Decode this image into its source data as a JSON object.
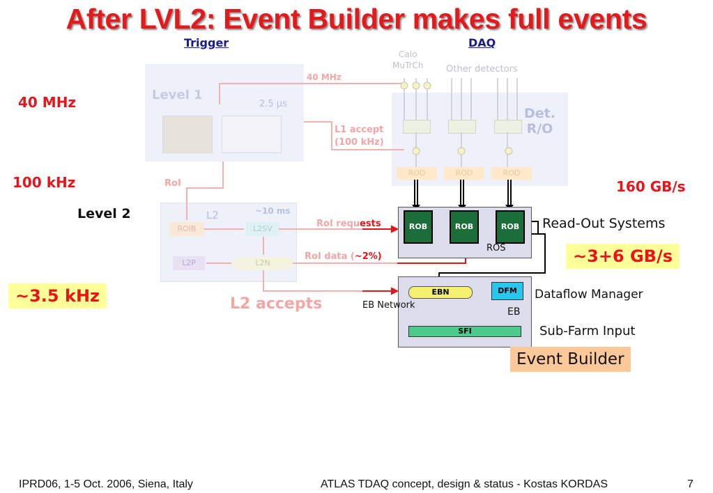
{
  "title": "After LVL2: Event Builder makes full events",
  "headers": {
    "trigger": "Trigger",
    "daq": "DAQ"
  },
  "rates": {
    "r40": "40 MHz",
    "r100": "100 kHz",
    "level2": "Level 2",
    "r35": "~3.5 kHz",
    "r160": "160 GB/s",
    "r36": "~3+6 GB/s"
  },
  "trigger_boxes": {
    "level1": "Level 1",
    "latency1": "2.5 µs",
    "l2": "L2",
    "latency2": "~10 ms",
    "roib": "ROIB",
    "l2sv": "L2SV",
    "l2p": "L2P",
    "l2n": "L2N",
    "l2accepts": "L2 accepts",
    "roi": "RoI",
    "f40": "40 MHz",
    "l1accept": "L1 accept",
    "l1rate": "(100 kHz)"
  },
  "daq_boxes": {
    "calo": "Calo",
    "mutrch": "MuTrCh",
    "other": "Other detectors",
    "detro1": "Det.",
    "detro2": "R/O",
    "rod": "ROD",
    "rob": "ROB",
    "ros": "ROS",
    "roi_requests_a": "RoI requ",
    "roi_requests_b": "ests",
    "roi_data_a": "RoI data (",
    "roi_data_b": "~2%)",
    "ebn": "EBN",
    "dfm": "DFM",
    "eb": "EB",
    "eb_network": "EB Network",
    "sfi": "SFI"
  },
  "labels": {
    "ros_full": "Read-Out Systems",
    "dfm_full": "Dataflow Manager",
    "sfi_full": "Sub-Farm Input",
    "event_builder": "Event Builder"
  },
  "footer": {
    "left": "IPRD06, 1-5 Oct. 2006, Siena, Italy",
    "center": "ATLAS TDAQ concept, design & status - Kostas KORDAS",
    "page": "7"
  }
}
